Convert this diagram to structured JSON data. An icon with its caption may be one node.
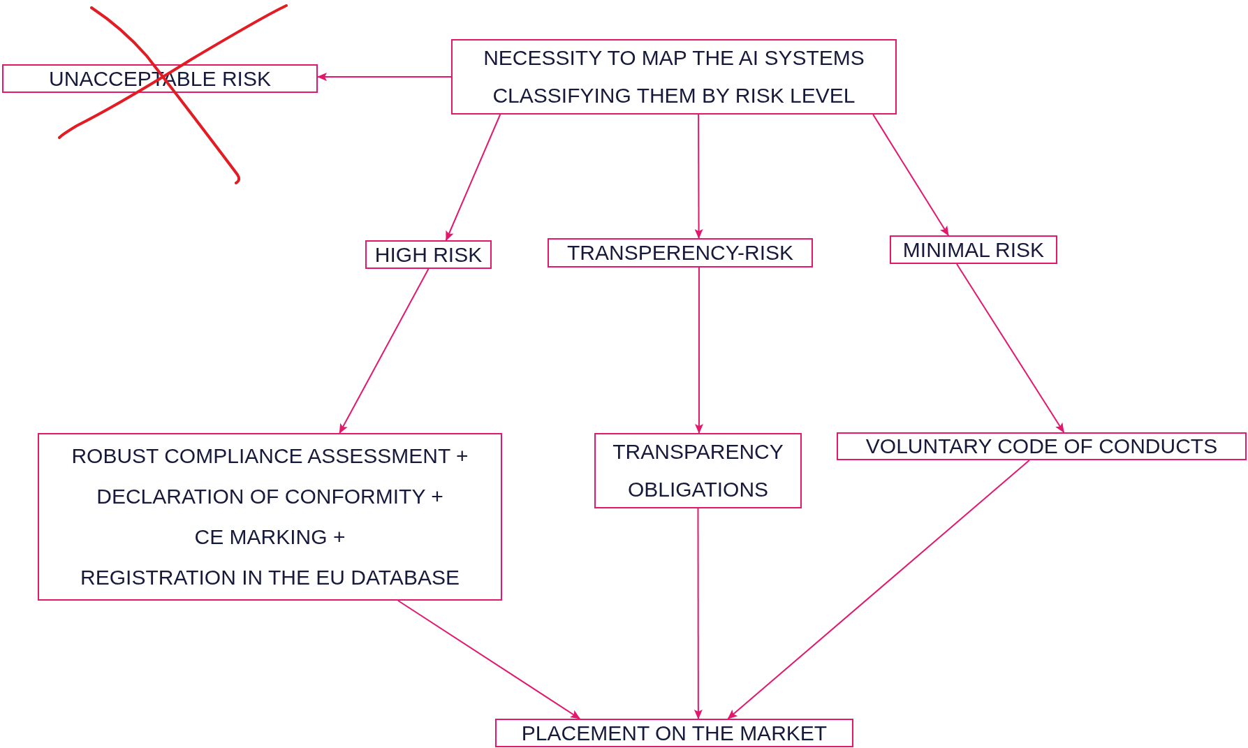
{
  "diagram": {
    "nodes": [
      {
        "text": [
          "NECESSITY TO MAP THE AI SYSTEMS CLASSIFYING THEM BY RISK LEVEL"
        ]
      },
      {
        "text": [
          "UNACCEPTABLE RISK"
        ]
      },
      {
        "text": [
          "HIGH RISK"
        ]
      },
      {
        "text": [
          "TRANSPERENCY-RISK"
        ]
      },
      {
        "text": [
          "MINIMAL RISK"
        ]
      },
      {
        "text": [
          "ROBUST COMPLIANCE ASSESSMENT +",
          "DECLARATION OF CONFORMITY +",
          "CE MARKING +",
          "REGISTRATION IN THE EU DATABASE"
        ]
      },
      {
        "text": [
          "TRANSPARENCY OBLIGATIONS"
        ]
      },
      {
        "text": [
          "VOLUNTARY CODE OF CONDUCTS"
        ]
      },
      {
        "text": [
          "PLACEMENT ON THE MARKET"
        ]
      }
    ],
    "edges": [
      {
        "from": 0,
        "to": 1,
        "arrow": "to"
      },
      {
        "from": 0,
        "to": 2,
        "arrow": "to"
      },
      {
        "from": 0,
        "to": 3,
        "arrow": "to"
      },
      {
        "from": 0,
        "to": 4,
        "arrow": "to"
      },
      {
        "from": 2,
        "to": 5,
        "arrow": "to"
      },
      {
        "from": 3,
        "to": 6,
        "arrow": "to"
      },
      {
        "from": 4,
        "to": 7,
        "arrow": "to"
      },
      {
        "from": 5,
        "to": 8,
        "arrow": "to"
      },
      {
        "from": 6,
        "to": 8,
        "arrow": "to"
      },
      {
        "from": 7,
        "to": 8,
        "arrow": "to"
      }
    ]
  }
}
